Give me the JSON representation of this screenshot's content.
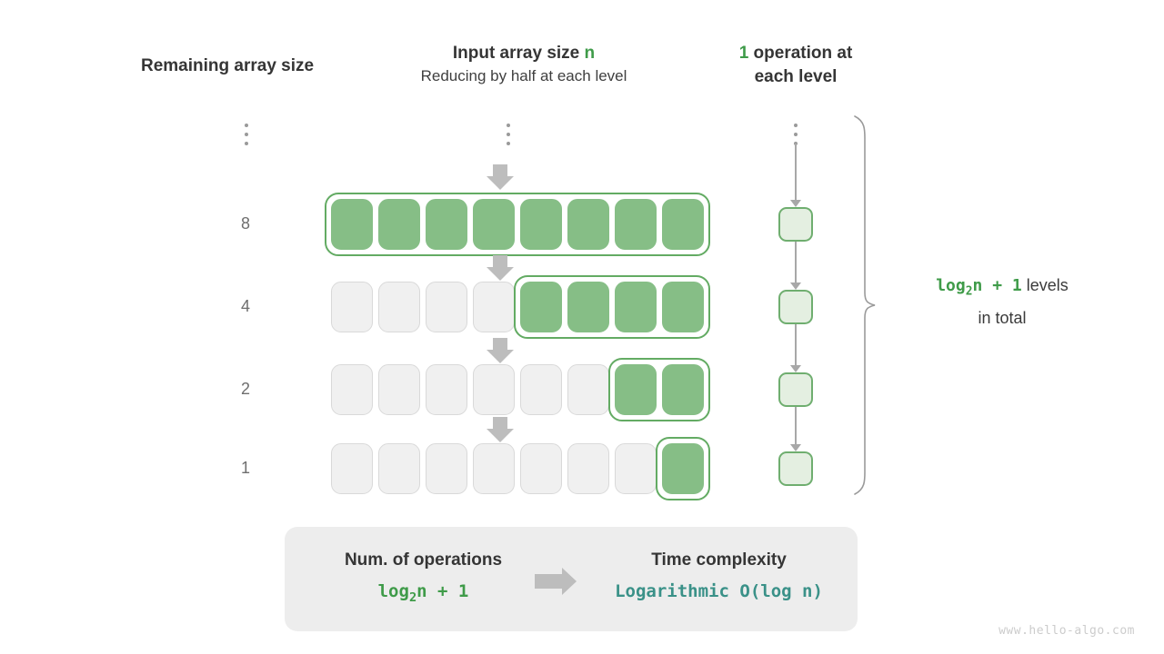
{
  "headers": {
    "remaining": "Remaining array size",
    "input_title_prefix": "Input array size ",
    "input_title_var": "n",
    "input_subtitle": "Reducing by half at each level",
    "ops_count": "1",
    "ops_line1_rest": " operation at",
    "ops_line2": "each level"
  },
  "levels": [
    {
      "label": "⋮",
      "is_dots": true,
      "total_cells": 0,
      "filled_cells": 0
    },
    {
      "label": "8",
      "is_dots": false,
      "total_cells": 8,
      "filled_cells": 8
    },
    {
      "label": "4",
      "is_dots": false,
      "total_cells": 8,
      "filled_cells": 4
    },
    {
      "label": "2",
      "is_dots": false,
      "total_cells": 8,
      "filled_cells": 2
    },
    {
      "label": "1",
      "is_dots": false,
      "total_cells": 8,
      "filled_cells": 1
    }
  ],
  "right_note": {
    "formula": "log₂n + 1",
    "formula_base": "log",
    "formula_sub": "2",
    "formula_tail": "n + 1",
    "suffix": " levels",
    "line2": "in total"
  },
  "summary": {
    "left_title": "Num. of operations",
    "left_value_base": "log",
    "left_value_sub": "2",
    "left_value_tail": "n + 1",
    "right_title": "Time complexity",
    "right_value": "Logarithmic  O(log n)"
  },
  "watermark": "www.hello-algo.com",
  "colors": {
    "green_fill": "#86be86",
    "green_border": "#63ab63",
    "green_text": "#3f9b49",
    "light_green_fill": "#e4efe1",
    "light_green_border": "#6fae6f",
    "teal_text": "#3a9188",
    "empty_fill": "#f0f0f0",
    "empty_border": "#d9d9d9",
    "arrow_gray": "#bdbdbd",
    "summary_bg": "#ededed",
    "label_gray": "#6e6e6e"
  }
}
